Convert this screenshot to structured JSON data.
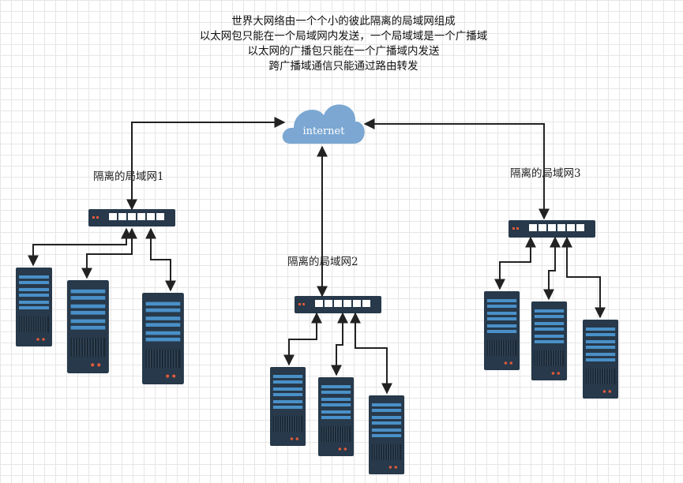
{
  "caption": {
    "line1": "世界大网络由一个个小的彼此隔离的局域网组成",
    "line2": "以太网包只能在一个局域网内发送，一个局域域是一个广播域",
    "line3": "以太网的广播包只能在一个广播域内发送",
    "line4": "跨广播域通信只能通过路由转发"
  },
  "cloud": {
    "label": "internet",
    "icon": "cloud-icon",
    "color": "#7ba7d2"
  },
  "lans": [
    {
      "label": "隔离的局域网1"
    },
    {
      "label": "隔离的局域网2"
    },
    {
      "label": "隔离的局域网3"
    }
  ],
  "colors": {
    "device_dark": "#27394a",
    "device_stripe": "#4a90c8",
    "switch_port": "#ffffff",
    "arrow": "#222222",
    "grid": "#e6e6e6"
  }
}
